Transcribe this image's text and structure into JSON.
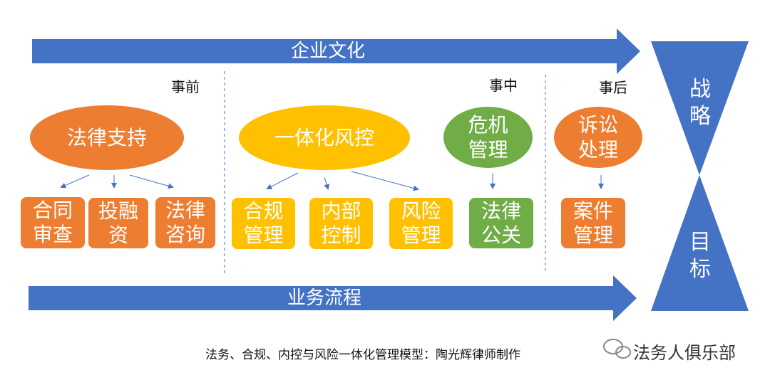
{
  "top_arrow": {
    "label": "企业文化",
    "color": "#4472C4"
  },
  "bottom_arrow": {
    "label": "业务流程",
    "color": "#4472C4"
  },
  "phases": {
    "before": "事前",
    "during": "事中",
    "after": "事后"
  },
  "ellipses": {
    "legal_support": "法律支持",
    "integrated_risk": "一体化风控",
    "crisis": "危机\n管理",
    "litigation": "诉讼\n处理"
  },
  "boxes": {
    "contract_review": "合同\n审查",
    "investment": "投融\n资",
    "legal_consult": "法律\n咨询",
    "compliance": "合规\n管理",
    "internal_control": "内部\n控制",
    "risk_mgmt": "风险\n管理",
    "legal_pr": "法律\n公关",
    "case_mgmt": "案件\n管理"
  },
  "hourglass": {
    "top": "战\n略",
    "bottom": "目\n标"
  },
  "caption": "法务、合规、内控与风险一体化管理模型：陶光辉律师制作",
  "watermark": "法务人俱乐部",
  "colors": {
    "orange": "#ED7D31",
    "yellow": "#FFC000",
    "green": "#70AD47",
    "blue": "#4472C4"
  }
}
